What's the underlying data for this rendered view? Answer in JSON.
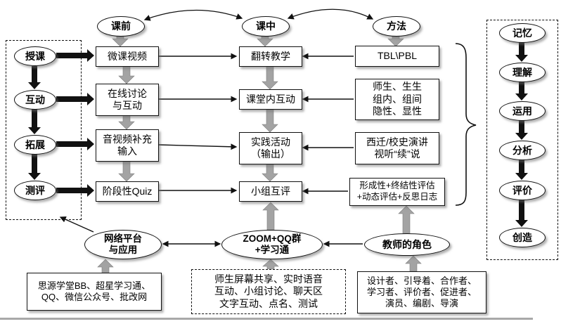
{
  "colors": {
    "background": "#ffffff",
    "shape_fill": "#ffffff",
    "outline": "#000000",
    "block_arrow_gray": "#a3a3a3"
  },
  "top": [
    "课前",
    "课中",
    "方法"
  ],
  "left_stages": [
    "授课",
    "互动",
    "拓展",
    "测评"
  ],
  "bloom": [
    "记忆",
    "理解",
    "运用",
    "分析",
    "评价",
    "创造"
  ],
  "col_pre": [
    "微课视频",
    "在线讨论\n与互动",
    "音视频补充\n输入",
    "阶段性Quiz"
  ],
  "col_in": [
    "翻转教学",
    "课堂内互动",
    "实践活动\n（输出）",
    "小组互评"
  ],
  "col_method": [
    "TBL\\PBL",
    "师生、生生\n组内、组间\n隐性、显性",
    "西迁/校史演讲\n视听“续”说",
    "形成性+终结性评估\n+动态评估+反思日志"
  ],
  "bottom_nodes": {
    "platform": "网络平台\n与应用",
    "tools": "ZOOM+QQ群\n+学习通",
    "teacher": "教师的角色"
  },
  "bottom_boxes": {
    "platform_detail": "思源学堂BB、超星学习通、\nQQ、微信公众号、批改网",
    "tools_detail": "师生屏幕共享、实时语音\n互动、小组讨论、聊天区\n文字互动、点名、测试",
    "teacher_detail": "设计者、引导着、合作者、\n学习者、评价者、促进者、\n演员、编剧、导演"
  }
}
